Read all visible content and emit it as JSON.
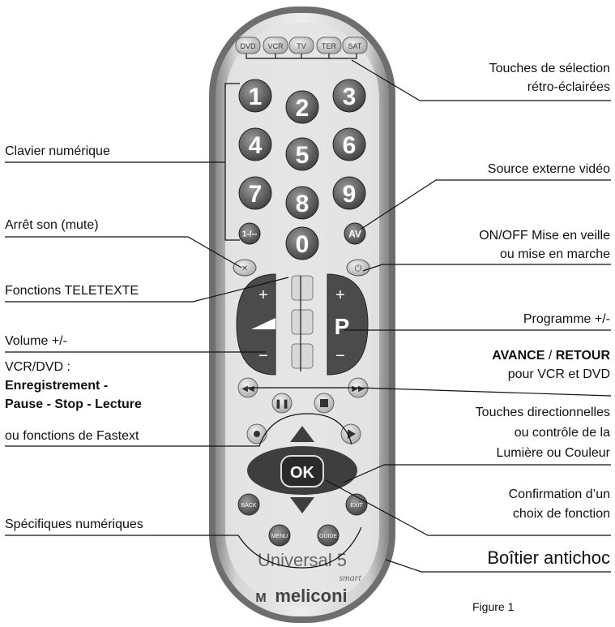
{
  "remote": {
    "source_keys": [
      "DVD",
      "VCR",
      "TV",
      "TER",
      "SAT"
    ],
    "digits": [
      "1",
      "2",
      "3",
      "4",
      "5",
      "6",
      "7",
      "8",
      "9",
      "1-/--",
      "0",
      "AV"
    ],
    "vol_plus": "+",
    "vol_minus": "−",
    "prog_plus": "+",
    "prog_letter": "P",
    "prog_minus": "−",
    "ok": "OK",
    "back": "BACK",
    "exit": "EXIT",
    "menu": "MENU",
    "guide": "GUIDE",
    "model": "Universal 5",
    "smart": "smart",
    "brand": "meliconi"
  },
  "labels": {
    "backlit_1": "Touches de sélection",
    "backlit_2": "rétro-éclairées",
    "keypad": "Clavier numérique",
    "av_source": "Source externe vidéo",
    "mute": "Arrêt son (mute)",
    "power_1": "ON/OFF Mise en veille",
    "power_2": "ou mise en marche",
    "teletext": "Fonctions TELETEXTE",
    "programme": "Programme +/-",
    "volume": "Volume +/-",
    "vcr_dvd": "VCR/DVD :",
    "rec_1": "Enregistrement -",
    "rec_2": "Pause - Stop - Lecture",
    "fastext": "ou fonctions de Fastext",
    "ff_bold_1": "AVANCE",
    "ff_sep": " / ",
    "ff_bold_2": "RETOUR",
    "ff_2": "pour VCR et DVD",
    "dir_1": "Touches directionnelles",
    "dir_2": "ou contrôle de la",
    "dir_3": "Lumière ou Couleur",
    "confirm_1": "Confirmation d’un",
    "confirm_2": "choix de fonction",
    "digital": "Spécifiques numériques",
    "case": "Boîtier antichoc",
    "figure": "Figure 1"
  }
}
